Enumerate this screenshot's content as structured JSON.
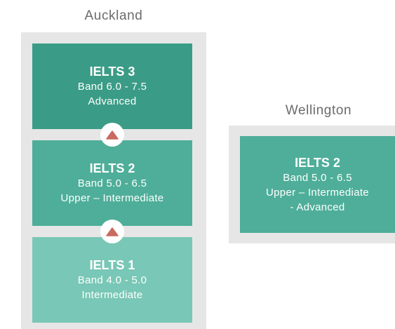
{
  "colors": {
    "panel_bg": "#e6e6e6",
    "level_3": "#3a9c86",
    "level_2": "#4eae99",
    "level_1": "#79c7b6",
    "arrow": "#c86b60",
    "title_text": "#6b6b6b"
  },
  "auckland": {
    "title": "Auckland",
    "levels": [
      {
        "name": "IELTS 3",
        "band": "Band 6.0 - 7.5",
        "lines": [
          "Advanced"
        ]
      },
      {
        "name": "IELTS 2",
        "band": "Band 5.0 - 6.5",
        "lines": [
          "Upper – Intermediate"
        ]
      },
      {
        "name": "IELTS 1",
        "band": "Band 4.0 - 5.0",
        "lines": [
          "Intermediate"
        ]
      }
    ],
    "connectors": [
      {
        "icon": "up-triangle-icon"
      },
      {
        "icon": "up-triangle-icon"
      }
    ]
  },
  "wellington": {
    "title": "Wellington",
    "levels": [
      {
        "name": "IELTS 2",
        "band": "Band 5.0 - 6.5",
        "lines": [
          "Upper – Intermediate",
          "- Advanced"
        ]
      }
    ]
  }
}
